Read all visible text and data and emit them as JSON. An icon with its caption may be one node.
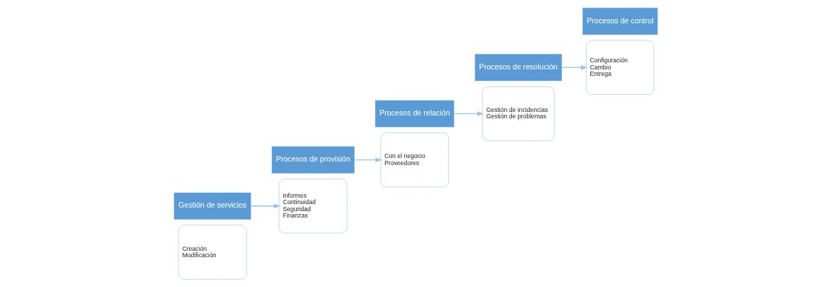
{
  "diagram": {
    "nodes": [
      {
        "text": [
          "Creación",
          "Modificación"
        ]
      },
      {
        "text": [
          "Gestión de servicios"
        ]
      },
      {
        "text": [
          "Procesos de provisión"
        ]
      },
      {
        "text": [
          "Informes",
          "Continuidad",
          "Seguridad",
          "Finanzas"
        ]
      },
      {
        "text": [
          "Con el negocio",
          "Proveedores"
        ]
      },
      {
        "text": [
          "Procesos de relación"
        ]
      },
      {
        "text": [
          "Procesos de resolución"
        ]
      },
      {
        "text": [
          "Gestión de incidencias",
          "Gestión de problemas"
        ]
      },
      {
        "text": [
          "Configuración",
          "Cambio",
          "Entrega"
        ]
      },
      {
        "text": [
          "Procesos de control"
        ]
      }
    ],
    "edges": [
      {
        "from": 1,
        "to": 3,
        "arrow": "to"
      },
      {
        "from": 2,
        "to": 4,
        "arrow": "to"
      },
      {
        "from": 5,
        "to": 7,
        "arrow": "to"
      },
      {
        "from": 6,
        "to": 8,
        "arrow": "to"
      }
    ]
  }
}
